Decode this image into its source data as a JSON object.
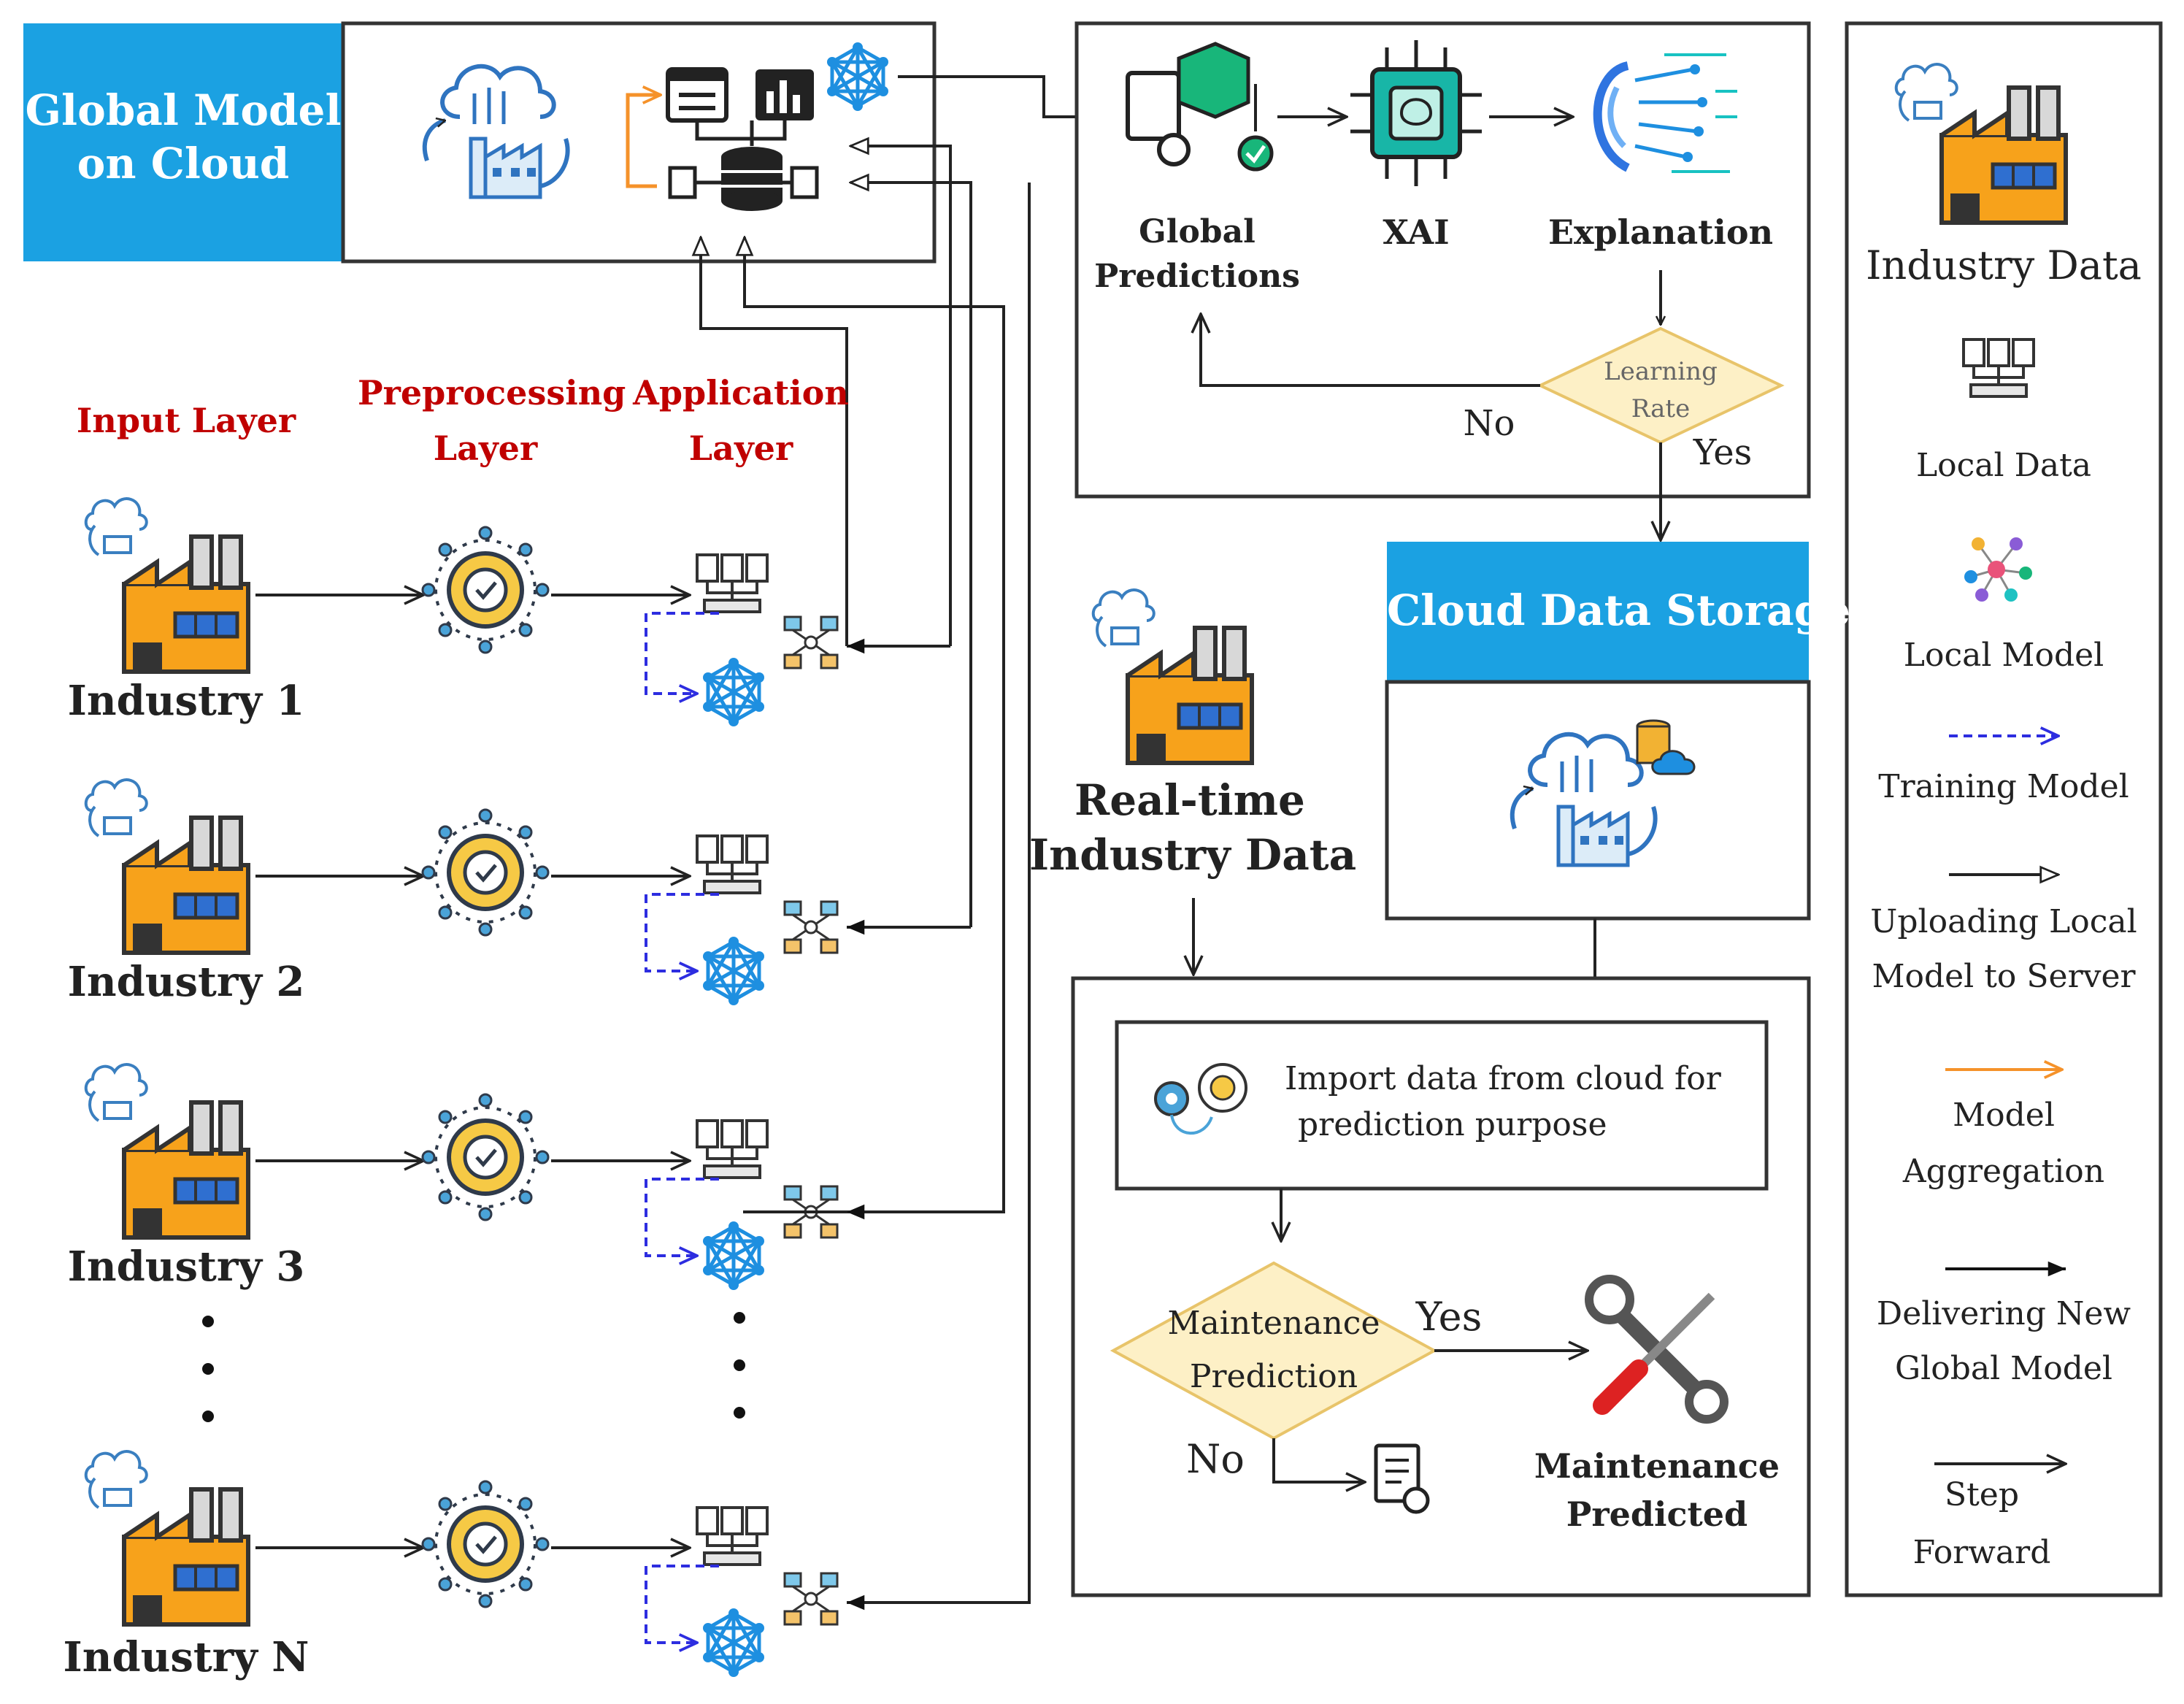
{
  "global_model": {
    "title_line1": "Global Model",
    "title_line2": "on Cloud"
  },
  "layers": {
    "input": "Input Layer",
    "preprocessing_line1": "Preprocessing",
    "preprocessing_line2": "Layer",
    "application_line1": "Application",
    "application_line2": "Layer"
  },
  "industries": [
    "Industry 1",
    "Industry 2",
    "Industry 3",
    "Industry N"
  ],
  "xai_panel": {
    "global_predictions_line1": "Global",
    "global_predictions_line2": "Predictions",
    "xai": "XAI",
    "explanation": "Explanation",
    "decision_line1": "Learning",
    "decision_line2": "Rate",
    "no": "No",
    "yes": "Yes"
  },
  "cloud_storage": {
    "title": "Cloud Data Storage"
  },
  "realtime": {
    "line1": "Real-time",
    "line2": "Industry Data"
  },
  "prediction_panel": {
    "import_line1": "Import data from cloud for",
    "import_line2": "prediction purpose",
    "decision_line1": "Maintenance",
    "decision_line2": "Prediction",
    "yes": "Yes",
    "no": "No",
    "result_line1": "Maintenance",
    "result_line2": "Predicted"
  },
  "legend": {
    "industry_data": "Industry Data",
    "local_data": "Local Data",
    "local_model": "Local Model",
    "training_model": "Training Model",
    "uploading_line1": "Uploading Local",
    "uploading_line2": "Model to Server",
    "aggregation_line1": "Model",
    "aggregation_line2": "Aggregation",
    "delivering_line1": "Delivering New",
    "delivering_line2": "Global Model",
    "step_line1": "Step",
    "step_line2": "Forward"
  },
  "colors": {
    "accent_blue": "#1ba1e2",
    "factory_orange": "#f7a21b",
    "diamond_fill": "#fdf0c6",
    "diamond_stroke": "#e8c46a",
    "layer_red": "#c00000",
    "dashed_blue": "#2d2de0",
    "aggregation_orange": "#f5922a"
  }
}
